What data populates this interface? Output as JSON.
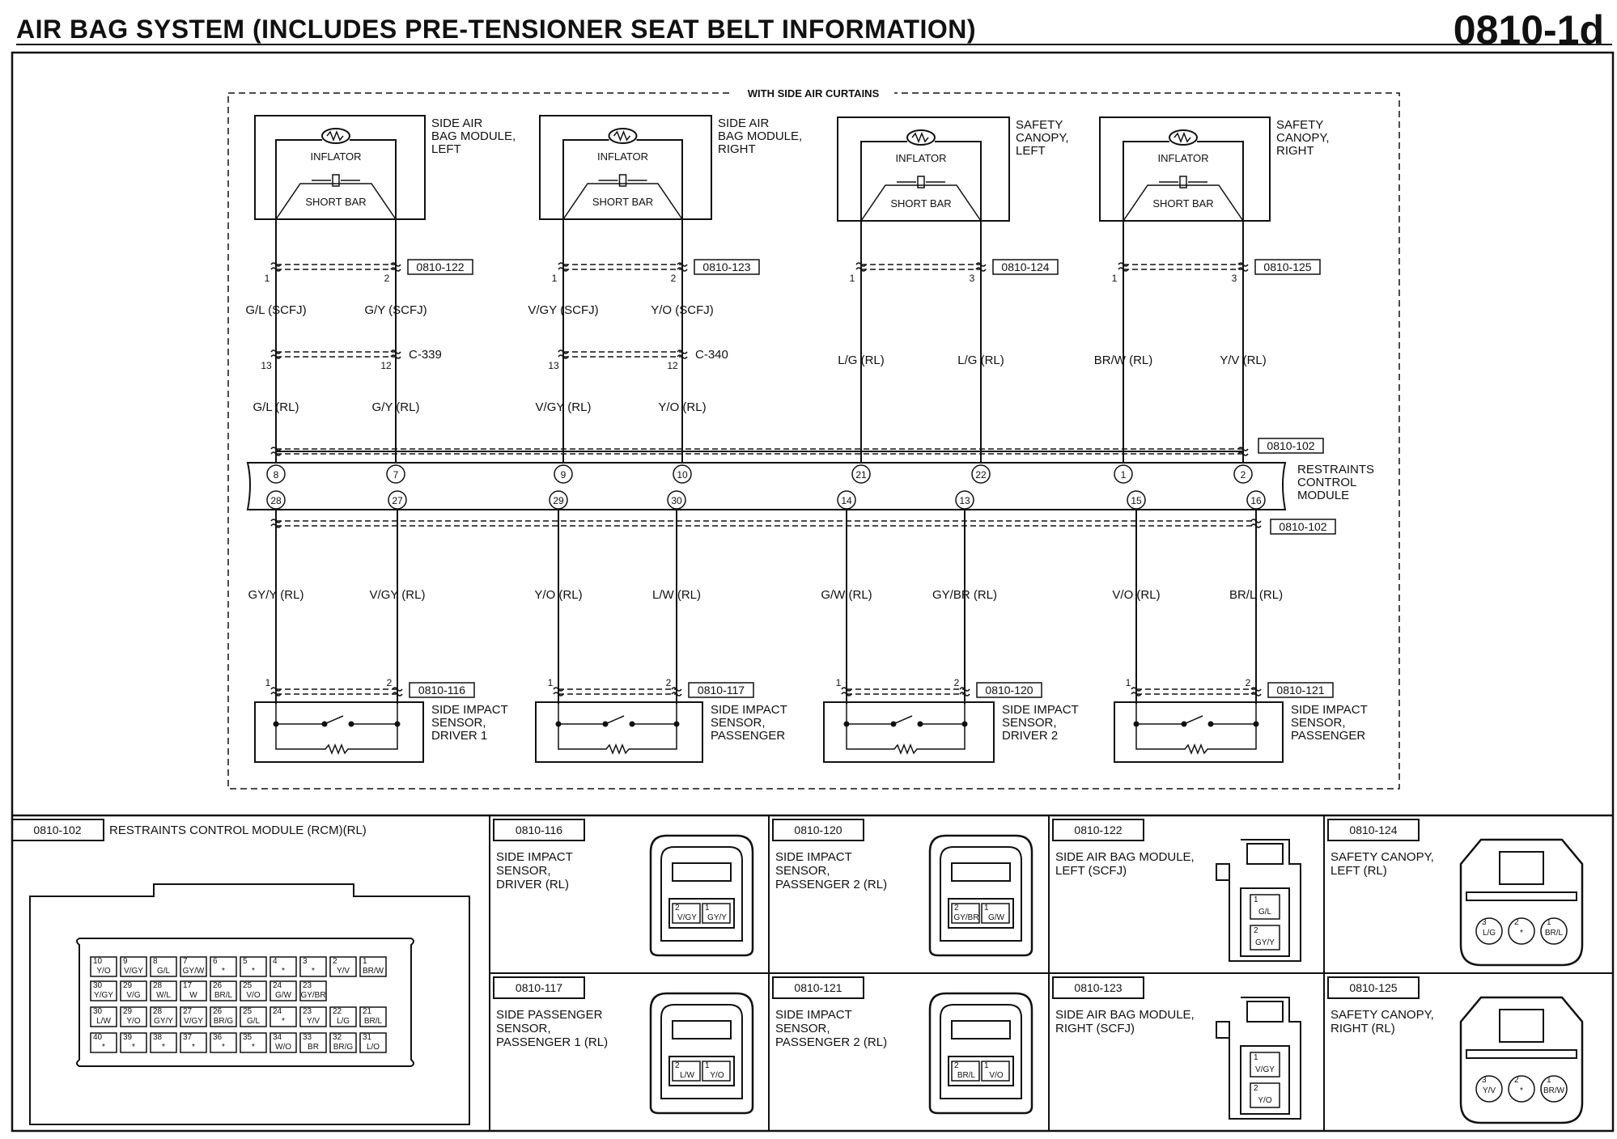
{
  "header": {
    "title": "AIR BAG SYSTEM (INCLUDES PRE-TENSIONER SEAT BELT INFORMATION)",
    "page": "0810-1d"
  },
  "curtain_label": "WITH SIDE AIR CURTAINS",
  "modules": [
    {
      "label": [
        "SIDE AIR",
        "BAG MODULE,",
        "LEFT"
      ],
      "inflator": "INFLATOR",
      "short_bar": "SHORT BAR",
      "pins": [
        "1",
        "2"
      ],
      "ref": "0810-122"
    },
    {
      "label": [
        "SIDE AIR",
        "BAG MODULE,",
        "RIGHT"
      ],
      "inflator": "INFLATOR",
      "short_bar": "SHORT BAR",
      "pins": [
        "1",
        "2"
      ],
      "ref": "0810-123"
    },
    {
      "label": [
        "SAFETY",
        "CANOPY,",
        "LEFT"
      ],
      "inflator": "INFLATOR",
      "short_bar": "SHORT BAR",
      "pins": [
        "1",
        "3"
      ],
      "ref": "0810-124"
    },
    {
      "label": [
        "SAFETY",
        "CANOPY,",
        "RIGHT"
      ],
      "inflator": "INFLATOR",
      "short_bar": "SHORT BAR",
      "pins": [
        "1",
        "3"
      ],
      "ref": "0810-125"
    }
  ],
  "upper_wires_top": [
    "G/L (SCFJ)",
    "G/Y (SCFJ)",
    "V/GY (SCFJ)",
    "Y/O (SCFJ)"
  ],
  "c_connectors": [
    {
      "name": "C-339",
      "pins": [
        "13",
        "12"
      ]
    },
    {
      "name": "C-340",
      "pins": [
        "13",
        "12"
      ]
    }
  ],
  "upper_wires_bottom": [
    "G/L (RL)",
    "G/Y (RL)",
    "V/GY (RL)",
    "Y/O (RL)",
    "L/G (RL)",
    "L/G (RL)",
    "BR/W (RL)",
    "Y/V (RL)"
  ],
  "rcm": {
    "label": [
      "RESTRAINTS",
      "CONTROL",
      "MODULE"
    ],
    "ref_top": "0810-102",
    "ref_bottom": "0810-102",
    "top_pins": [
      "8",
      "7",
      "9",
      "10",
      "21",
      "22",
      "1",
      "2"
    ],
    "bottom_pins": [
      "28",
      "27",
      "29",
      "30",
      "14",
      "13",
      "15",
      "16"
    ]
  },
  "lower_wires": [
    "GY/Y (RL)",
    "V/GY (RL)",
    "Y/O (RL)",
    "L/W (RL)",
    "G/W (RL)",
    "GY/BR (RL)",
    "V/O (RL)",
    "BR/L (RL)"
  ],
  "sensors": [
    {
      "label": [
        "SIDE IMPACT",
        "SENSOR,",
        "DRIVER 1"
      ],
      "ref": "0810-116",
      "pins": [
        "1",
        "2"
      ]
    },
    {
      "label": [
        "SIDE IMPACT",
        "SENSOR,",
        "PASSENGER"
      ],
      "ref": "0810-117",
      "pins": [
        "1",
        "2"
      ]
    },
    {
      "label": [
        "SIDE IMPACT",
        "SENSOR,",
        "DRIVER 2"
      ],
      "ref": "0810-120",
      "pins": [
        "1",
        "2"
      ]
    },
    {
      "label": [
        "SIDE IMPACT",
        "SENSOR,",
        "PASSENGER"
      ],
      "ref": "0810-121",
      "pins": [
        "1",
        "2"
      ]
    }
  ],
  "views": {
    "rcm": {
      "ref": "0810-102",
      "title": "RESTRAINTS CONTROL MODULE (RCM)(RL)",
      "rows": [
        [
          [
            "10",
            "Y/O"
          ],
          [
            "9",
            "V/GY"
          ],
          [
            "8",
            "G/L"
          ],
          [
            "7",
            "GY/W"
          ],
          [
            "6",
            "*"
          ],
          [
            "5",
            "*"
          ],
          [
            "4",
            "*"
          ],
          [
            "3",
            "*"
          ],
          [
            "2",
            "Y/V"
          ],
          [
            "1",
            "BR/W"
          ]
        ],
        [
          [
            "30",
            "Y/GY"
          ],
          [
            "29",
            "V/G"
          ],
          [
            "28",
            "W/L"
          ],
          [
            "17",
            "W"
          ],
          [
            "26",
            "BR/L"
          ],
          [
            "25",
            "V/O"
          ],
          [
            "24",
            "G/W"
          ],
          [
            "23",
            "GY/BR"
          ]
        ],
        [
          [
            "30",
            "L/W"
          ],
          [
            "29",
            "Y/O"
          ],
          [
            "28",
            "GY/Y"
          ],
          [
            "27",
            "V/GY"
          ],
          [
            "26",
            "BR/G"
          ],
          [
            "25",
            "G/L"
          ],
          [
            "24",
            "*"
          ],
          [
            "23",
            "Y/V"
          ],
          [
            "22",
            "L/G"
          ],
          [
            "21",
            "BR/L"
          ]
        ],
        [
          [
            "40",
            "*"
          ],
          [
            "39",
            "*"
          ],
          [
            "38",
            "*"
          ],
          [
            "37",
            "*"
          ],
          [
            "36",
            "*"
          ],
          [
            "35",
            "*"
          ],
          [
            "34",
            "W/O"
          ],
          [
            "33",
            "BR"
          ],
          [
            "32",
            "BR/G"
          ],
          [
            "31",
            "L/O"
          ]
        ]
      ]
    },
    "panels": [
      {
        "ref": "0810-116",
        "label": [
          "SIDE IMPACT",
          "SENSOR,",
          "DRIVER (RL)"
        ],
        "cavities": [
          [
            "2",
            "V/GY"
          ],
          [
            "1",
            "GY/Y"
          ]
        ]
      },
      {
        "ref": "0810-120",
        "label": [
          "SIDE IMPACT",
          "SENSOR,",
          "PASSENGER 2 (RL)"
        ],
        "cavities": [
          [
            "2",
            "GY/BR"
          ],
          [
            "1",
            "G/W"
          ]
        ]
      },
      {
        "ref": "0810-122",
        "label": [
          "SIDE AIR BAG MODULE,",
          "LEFT (SCFJ)"
        ],
        "cavities": [
          [
            "1",
            "G/L"
          ],
          [
            "2",
            "GY/Y"
          ]
        ]
      },
      {
        "ref": "0810-124",
        "label": [
          "SAFETY CANOPY,",
          "LEFT (RL)"
        ],
        "cavities": [
          [
            "3",
            "L/G"
          ],
          [
            "2",
            "*"
          ],
          [
            "1",
            "BR/L"
          ]
        ]
      },
      {
        "ref": "0810-117",
        "label": [
          "SIDE PASSENGER",
          "SENSOR,",
          "PASSENGER 1 (RL)"
        ],
        "cavities": [
          [
            "2",
            "L/W"
          ],
          [
            "1",
            "Y/O"
          ]
        ]
      },
      {
        "ref": "0810-121",
        "label": [
          "SIDE IMPACT",
          "SENSOR,",
          "PASSENGER 2 (RL)"
        ],
        "cavities": [
          [
            "2",
            "BR/L"
          ],
          [
            "1",
            "V/O"
          ]
        ]
      },
      {
        "ref": "0810-123",
        "label": [
          "SIDE AIR BAG MODULE,",
          "RIGHT (SCFJ)"
        ],
        "cavities": [
          [
            "1",
            "V/GY"
          ],
          [
            "2",
            "Y/O"
          ]
        ]
      },
      {
        "ref": "0810-125",
        "label": [
          "SAFETY CANOPY,",
          "RIGHT (RL)"
        ],
        "cavities": [
          [
            "3",
            "Y/V"
          ],
          [
            "2",
            "*"
          ],
          [
            "1",
            "BR/W"
          ]
        ]
      }
    ]
  }
}
